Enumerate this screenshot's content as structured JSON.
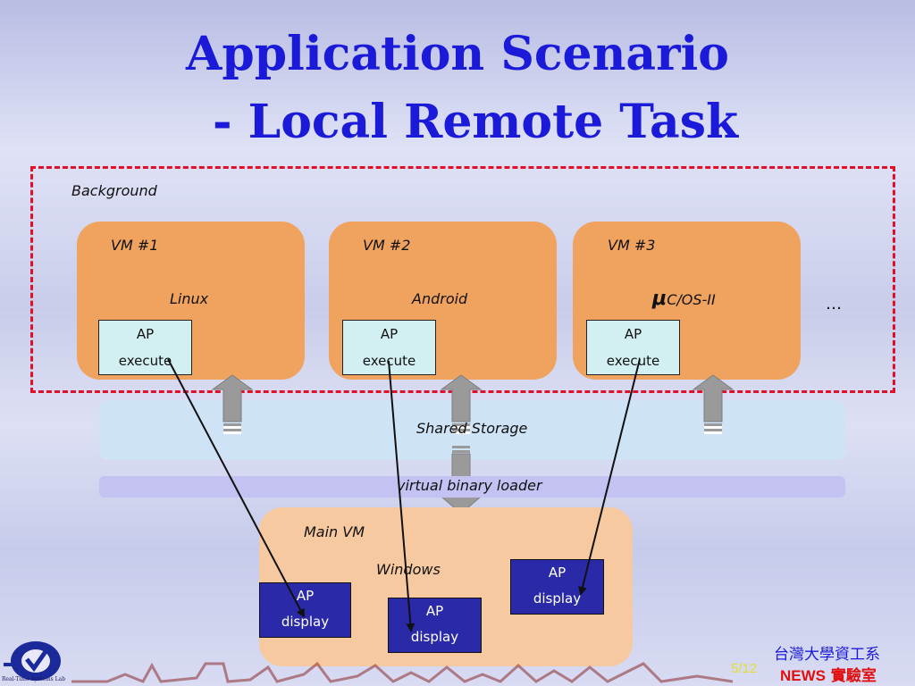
{
  "slide": {
    "title_line1": "Application Scenario",
    "title_line2": "- Local Remote Task"
  },
  "diagram": {
    "background_label": "Background",
    "vms": [
      {
        "name": "VM #1",
        "os": "Linux",
        "ap_line1": "AP",
        "ap_line2": "execute"
      },
      {
        "name": "VM #2",
        "os": "Android",
        "ap_line1": "AP",
        "ap_line2": "execute"
      },
      {
        "name": "VM #3",
        "os_prefix": "μ",
        "os": "C/OS-II",
        "ap_line1": "AP",
        "ap_line2": "execute"
      }
    ],
    "ellipsis": "…",
    "shared_storage": "Shared Storage",
    "virtual_binary_loader": "virtual binary loader",
    "main_vm": {
      "name": "Main VM",
      "os": "Windows",
      "displays": [
        {
          "line1": "AP",
          "line2": "display"
        },
        {
          "line1": "AP",
          "line2": "display"
        },
        {
          "line1": "AP",
          "line2": "display"
        }
      ]
    },
    "colors": {
      "dashed_border": "#e0102a",
      "vm_box": "#f0a35e",
      "main_vm_box": "#f7c9a0",
      "display_box": "#2a2aa8",
      "ap_box": "#d2f0f2"
    }
  },
  "footer": {
    "lab_name": "Real-Time Systems Lab",
    "page": "5/12",
    "org_line1": "台灣大學資工系",
    "org_line2_prefix": "NEWS",
    "org_line2_suffix": "實驗室"
  }
}
